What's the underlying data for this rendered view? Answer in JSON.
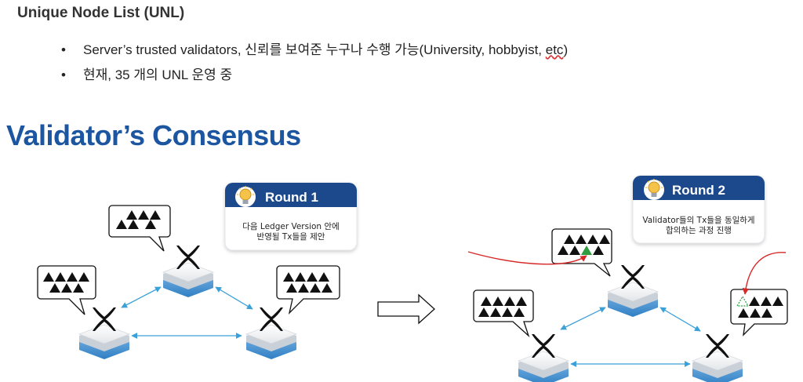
{
  "heading": "Unique Node List (UNL)",
  "bullets": [
    {
      "marker": "•",
      "text_main": "Server’s trusted validators, 신뢰를 보여준 누구나 수행 가능(University, hobbyist, ",
      "text_underlined": "etc",
      "text_end": ")"
    },
    {
      "marker": "•",
      "text_main": "현재, 35 개의 UNL 운영 중",
      "text_underlined": "",
      "text_end": ""
    }
  ],
  "section_title": "Validator’s Consensus",
  "round1": {
    "title": "Round 1",
    "line1": "다음 Ledger Version 안에",
    "line2": "반영될 Tx들을 제안"
  },
  "round2": {
    "title": "Round 2",
    "line1": "Validator들의 Tx들을 동일하게",
    "line2": "합의하는 과정 진행"
  },
  "colors": {
    "title_blue": "#1d56a0",
    "round_header": "#1b4a8c",
    "link_arrow": "#3aa0d8",
    "node_blue": "#3b8bd0",
    "highlight_green": "#2e9e3e",
    "annotation_red": "#d62828"
  },
  "icons": {
    "node": "xrp-logo-node-icon",
    "bulb": "lightbulb-icon",
    "transition": "right-arrow-icon"
  }
}
